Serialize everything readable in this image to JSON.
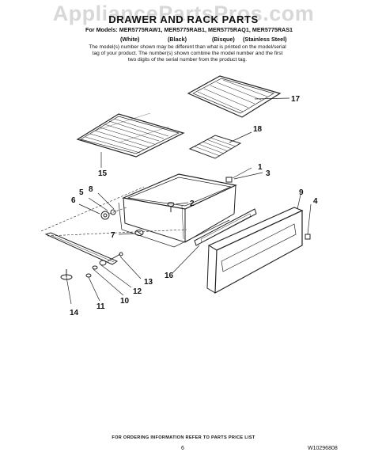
{
  "watermark": "AppliancePartsPros.com",
  "title": "DRAWER AND RACK PARTS",
  "models_line": "For Models: MER5775RAW1, MER5775RAB1, MER5775RAQ1, MER5775RAS1",
  "colors": [
    "(White)",
    "(Black)",
    "(Bisque)",
    "(Stainless Steel)"
  ],
  "note": "The model(s) number shown may be different than what is printed on the model/serial tag of your product. The number(s) shown combine the model number and the first two digits of the serial number from the product tag.",
  "callouts": [
    "1",
    "2",
    "3",
    "4",
    "5",
    "6",
    "7",
    "8",
    "9",
    "10",
    "11",
    "12",
    "13",
    "14",
    "15",
    "16",
    "17",
    "18"
  ],
  "footer_note": "FOR ORDERING INFORMATION REFER TO PARTS PRICE LIST",
  "page_number": "6",
  "document_number": "W10296808"
}
